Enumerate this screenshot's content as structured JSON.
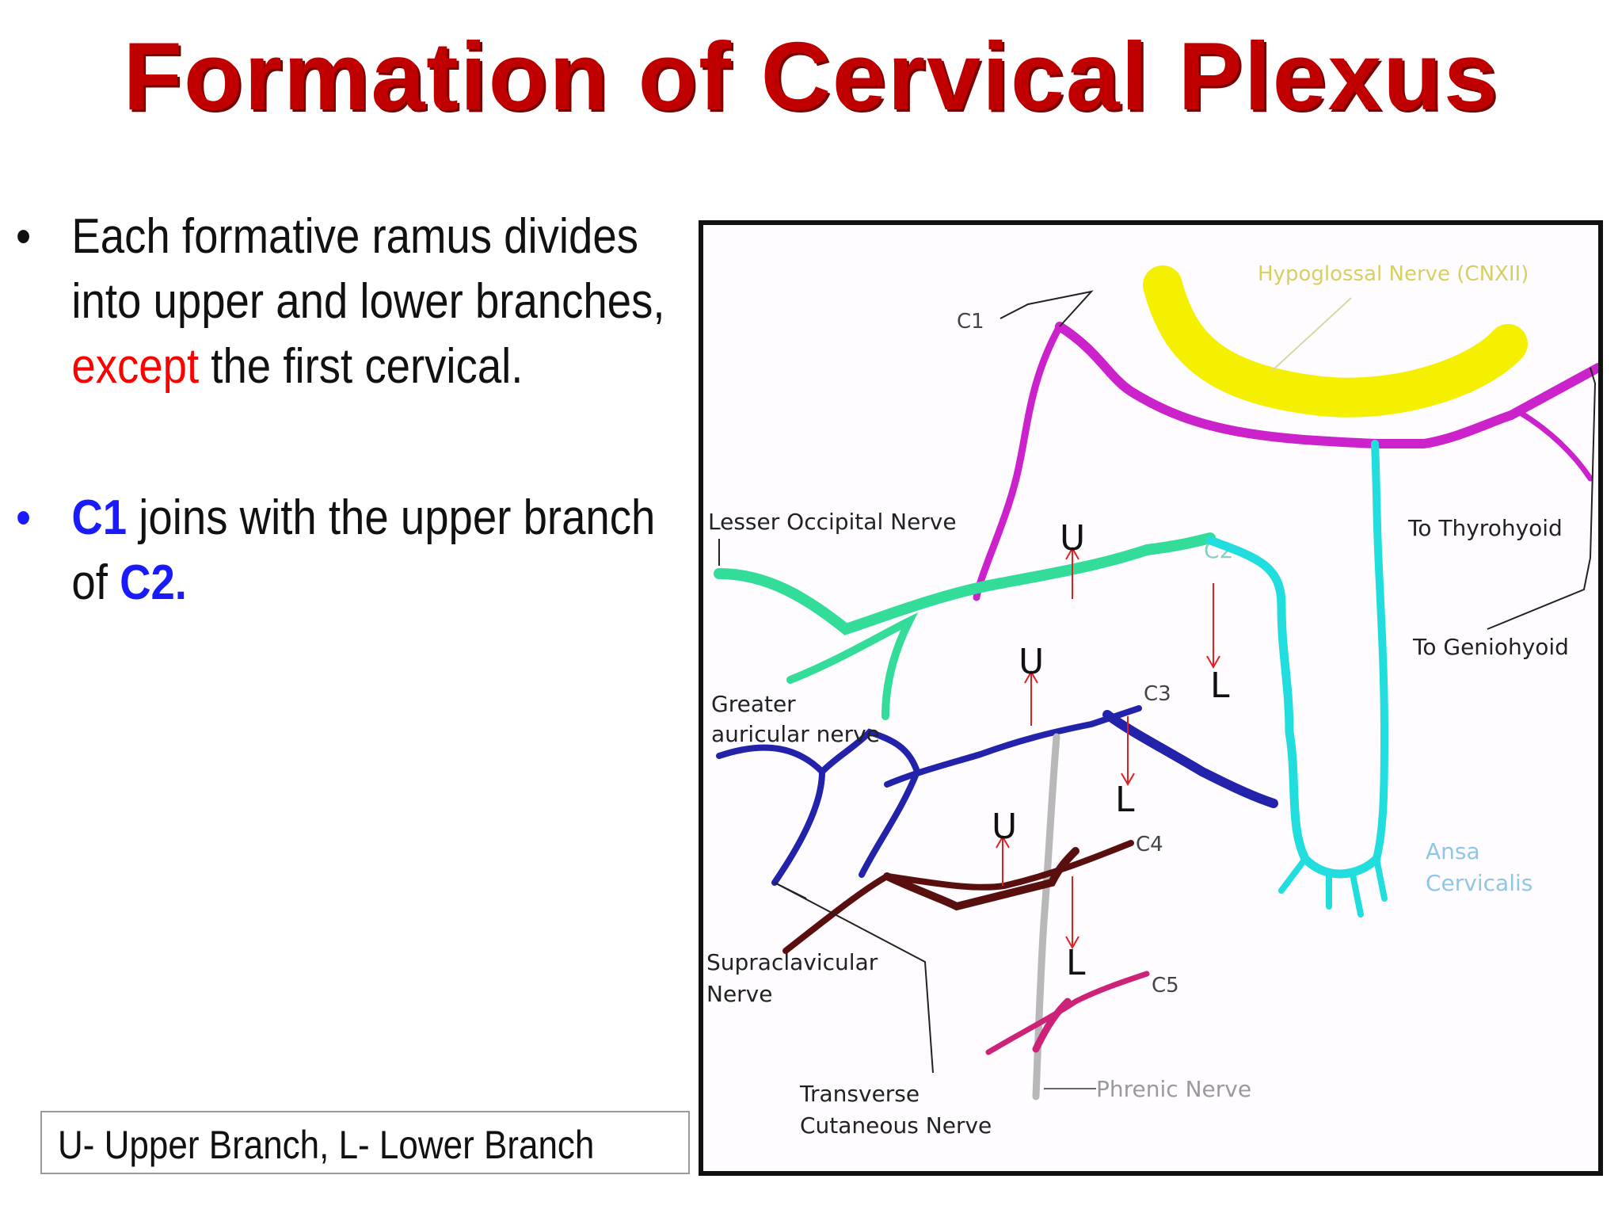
{
  "title": "Formation of Cervical Plexus",
  "bullets": [
    {
      "marker": "•",
      "part1": "Each formative ramus divides into upper and lower branches, ",
      "highlight": "except",
      "part2": " the first cervical."
    },
    {
      "marker": "•",
      "c1": "C1",
      "middle": " joins with the upper branch of ",
      "c2": "C2.",
      "end": ""
    }
  ],
  "legend": "U- Upper Branch, L- Lower Branch",
  "diagram": {
    "labels": {
      "hypoglossal": "Hypoglossal Nerve (CNXII)",
      "c1": "C1",
      "c2": "C2",
      "c3": "C3",
      "c4": "C4",
      "c5": "C5",
      "lesser_occipital": "Lesser Occipital Nerve",
      "greater_auricular_1": "Greater",
      "greater_auricular_2": "auricular nerve",
      "supraclavicular_1": "Supraclavicular",
      "supraclavicular_2": "Nerve",
      "transverse_1": "Transverse",
      "transverse_2": "Cutaneous Nerve",
      "phrenic": "Phrenic Nerve",
      "ansa_1": "Ansa",
      "ansa_2": "Cervicalis",
      "thyrohyoid": "To Thyrohyoid",
      "geniohyoid": "To Geniohyoid",
      "u": "U",
      "l": "L"
    },
    "colors": {
      "hypoglossal": "#f5ef00",
      "c1": "#cc22cc",
      "c2": "#33dd99",
      "ansa": "#22dddd",
      "c3": "#2222aa",
      "c4": "#5a0f0f",
      "c5": "#cc2277",
      "phrenic": "#b8b8b8",
      "arrows": "#e02020"
    }
  }
}
